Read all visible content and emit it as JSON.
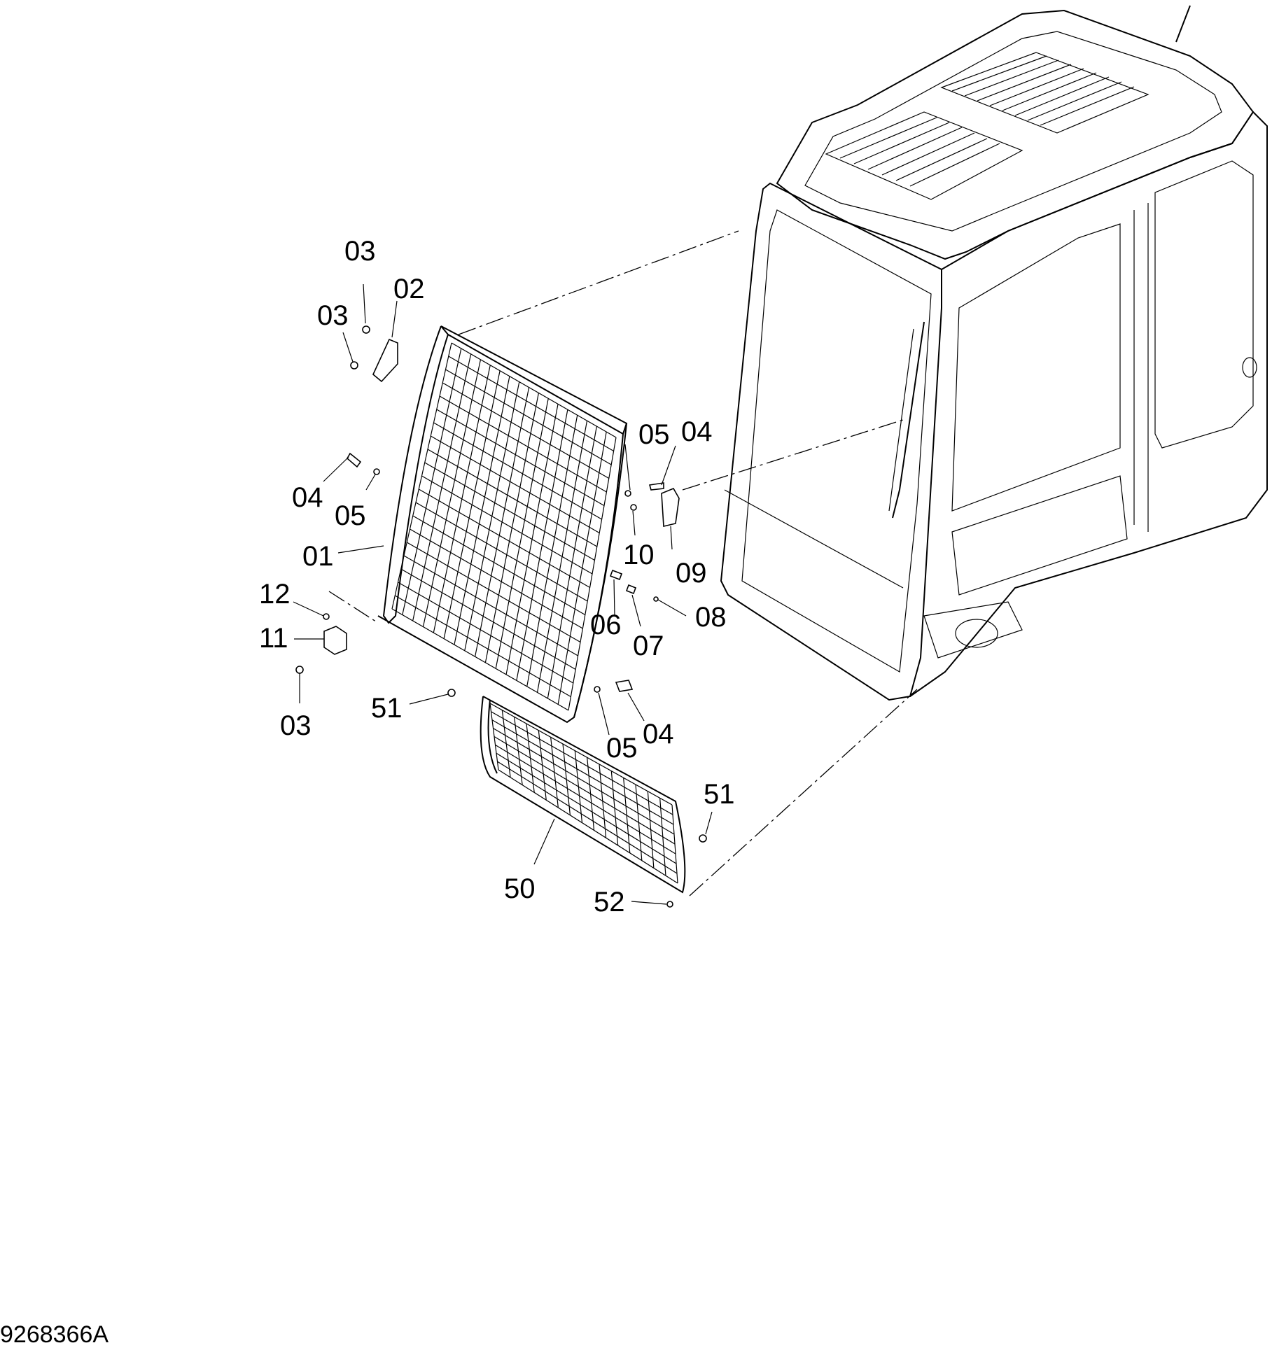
{
  "figure": {
    "document_number": "9268366A"
  },
  "callouts": [
    {
      "id": "c-03-a",
      "text": "03"
    },
    {
      "id": "c-02",
      "text": "02"
    },
    {
      "id": "c-03-b",
      "text": "03"
    },
    {
      "id": "c-04-a",
      "text": "04"
    },
    {
      "id": "c-05-a",
      "text": "05"
    },
    {
      "id": "c-01",
      "text": "01"
    },
    {
      "id": "c-12",
      "text": "12"
    },
    {
      "id": "c-11",
      "text": "11"
    },
    {
      "id": "c-03-c",
      "text": "03"
    },
    {
      "id": "c-51-a",
      "text": "51"
    },
    {
      "id": "c-05-b",
      "text": "05"
    },
    {
      "id": "c-04-b",
      "text": "04"
    },
    {
      "id": "c-10",
      "text": "10"
    },
    {
      "id": "c-09",
      "text": "09"
    },
    {
      "id": "c-06",
      "text": "06"
    },
    {
      "id": "c-07",
      "text": "07"
    },
    {
      "id": "c-08",
      "text": "08"
    },
    {
      "id": "c-05-c",
      "text": "05"
    },
    {
      "id": "c-04-c",
      "text": "04"
    },
    {
      "id": "c-51-b",
      "text": "51"
    },
    {
      "id": "c-50",
      "text": "50"
    },
    {
      "id": "c-52",
      "text": "52"
    }
  ]
}
